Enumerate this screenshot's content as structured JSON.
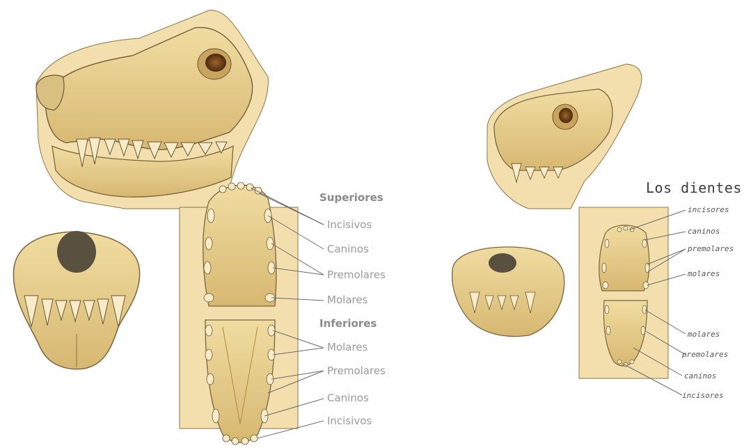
{
  "left_panel": {
    "labels": {
      "superiores": "Superiores",
      "incisivos_sup": "Incisivos",
      "caninos_sup": "Caninos",
      "premolares_sup": "Premolares",
      "molares_sup": "Molares",
      "inferiores": "Inferiores",
      "molares_inf": "Molares",
      "premolares_inf": "Premolares",
      "caninos_inf": "Caninos",
      "incisivos_inf": "Incisivos"
    }
  },
  "right_panel": {
    "title": "Los dientes",
    "labels": {
      "incisores_sup": "incisores",
      "caninos_sup": "caninos",
      "premolares_sup": "premolares",
      "molares_sup": "molares",
      "molares_inf": "molares",
      "premolares_inf": "premolares",
      "caninos_inf": "caninos",
      "incisores_inf": "incisores"
    }
  },
  "colors": {
    "bone": "#e8cf8f",
    "bone_dark": "#b8954a",
    "panel": "#f3dfae",
    "outline": "#7a6440",
    "eye": "#7a4a1c",
    "nose": "#5a5040"
  }
}
